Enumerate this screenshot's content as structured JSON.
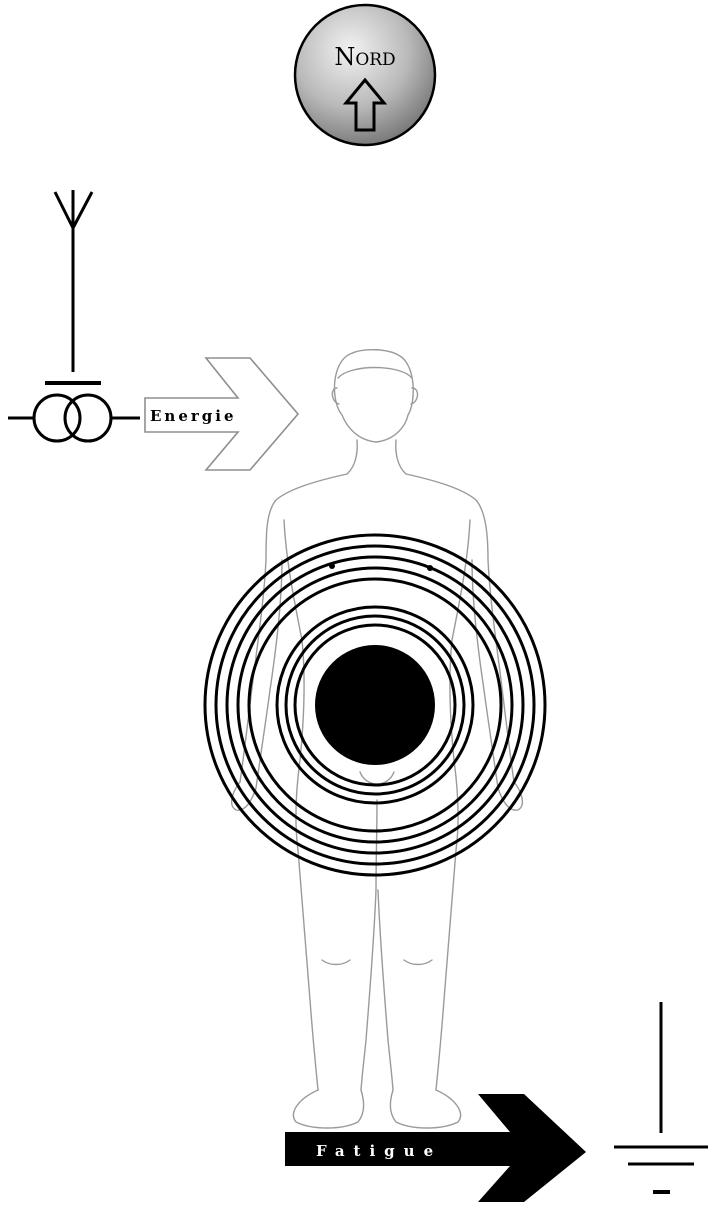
{
  "compass": {
    "label": "Nord"
  },
  "energy_arrow": {
    "label": "Energie"
  },
  "fatigue_arrow": {
    "label": "Fatigue"
  },
  "colors": {
    "ink": "#000000",
    "body_outline": "#9a9a9a",
    "compass_fill": "#b9b9b9"
  }
}
